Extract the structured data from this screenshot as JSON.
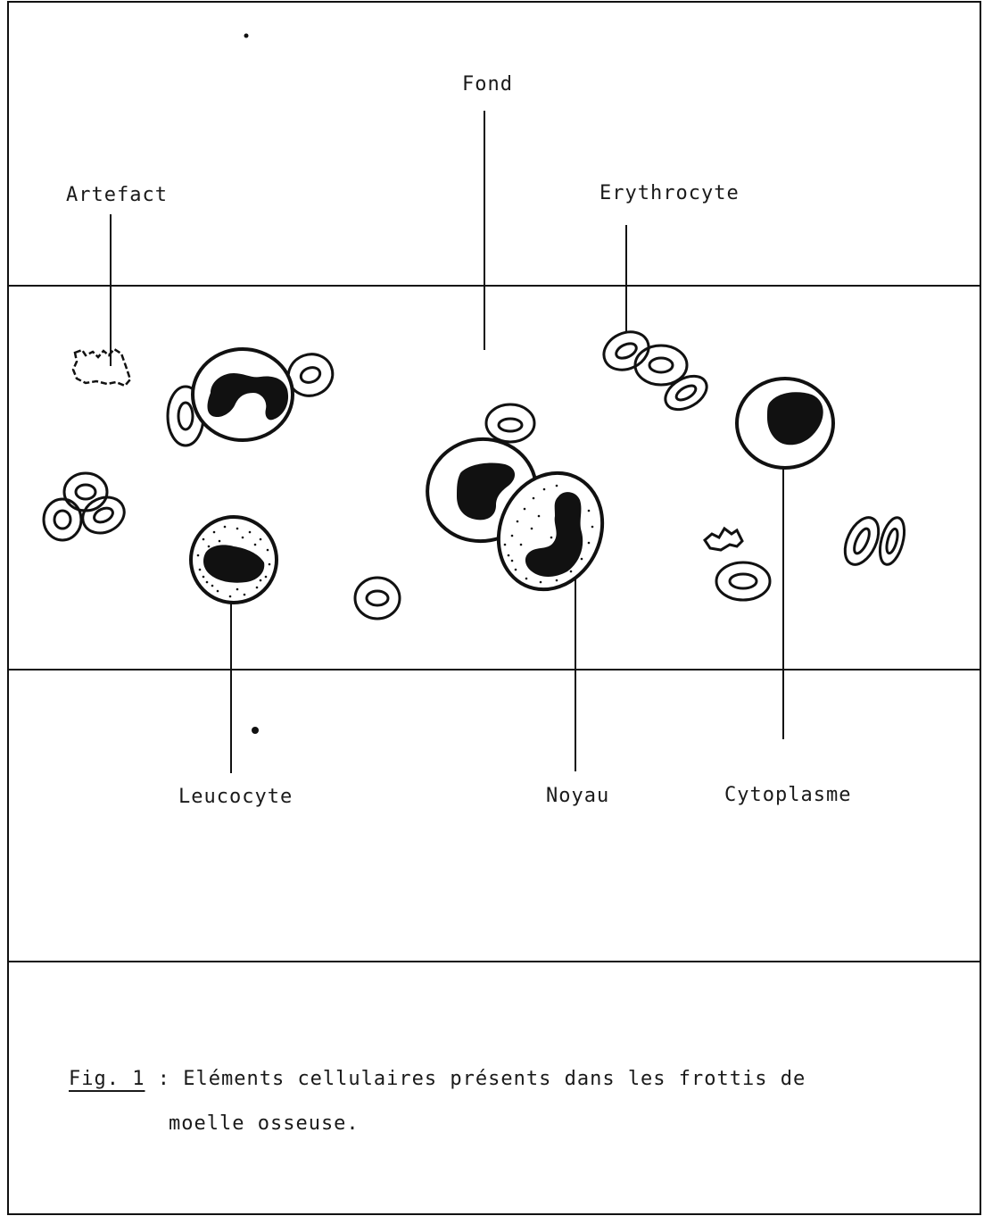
{
  "labels": {
    "fond": "Fond",
    "artefact": "Artefact",
    "erythrocyte": "Erythrocyte",
    "leucocyte": "Leucocyte",
    "noyau": "Noyau",
    "cytoplasme": "Cytoplasme"
  },
  "caption": {
    "fig_label": "Fig. 1",
    "separator": " : ",
    "line1": "Eléments cellulaires présents dans les frottis de",
    "line2": "moelle osseuse."
  },
  "colors": {
    "ink": "#111111",
    "background": "#ffffff"
  }
}
